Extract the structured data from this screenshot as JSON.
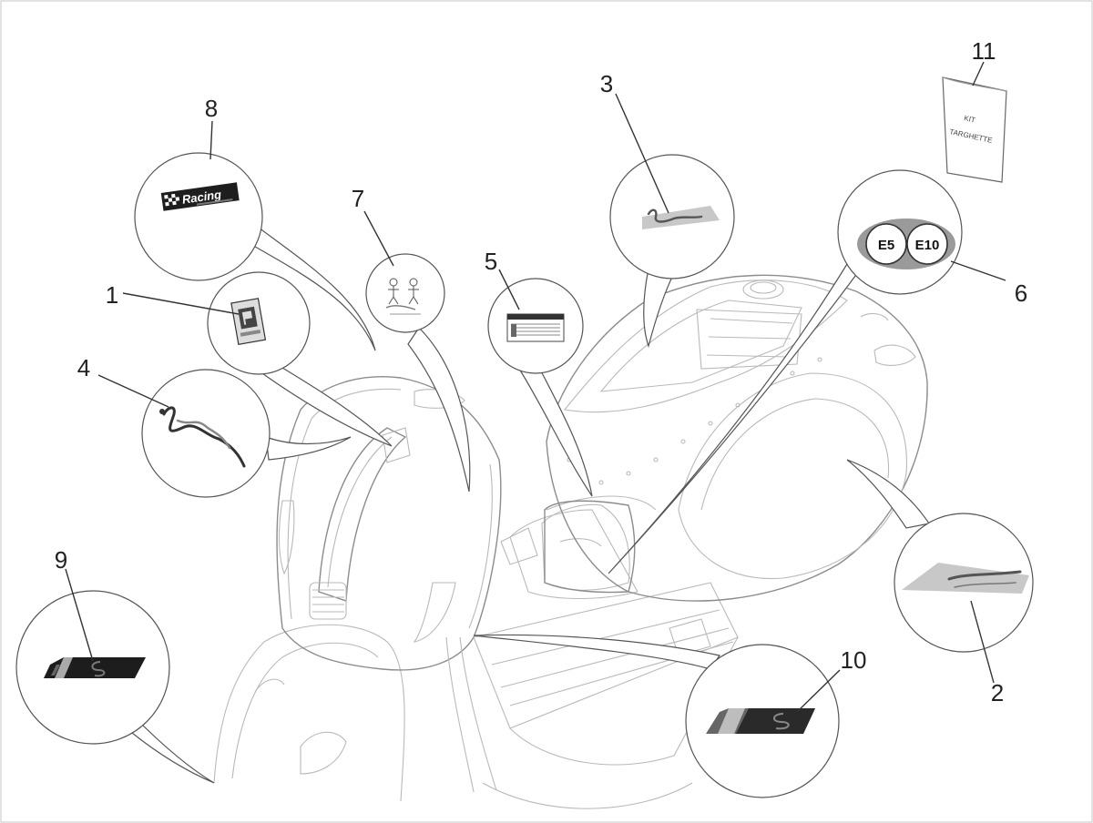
{
  "diagram": {
    "callouts": [
      "1",
      "2",
      "3",
      "4",
      "5",
      "6",
      "7",
      "8",
      "9",
      "10",
      "11"
    ],
    "decals": {
      "racing_label": "Racing",
      "kit_line1": "KIT",
      "kit_line2": "TARGHETTE",
      "fuel_e5": "E5",
      "fuel_e10": "E10"
    },
    "colors": {
      "line": "#555555",
      "scooter_outline": "#b9b9b9",
      "decal_grey": "#8a8a8a",
      "decal_dark": "#2a2a2a"
    }
  }
}
